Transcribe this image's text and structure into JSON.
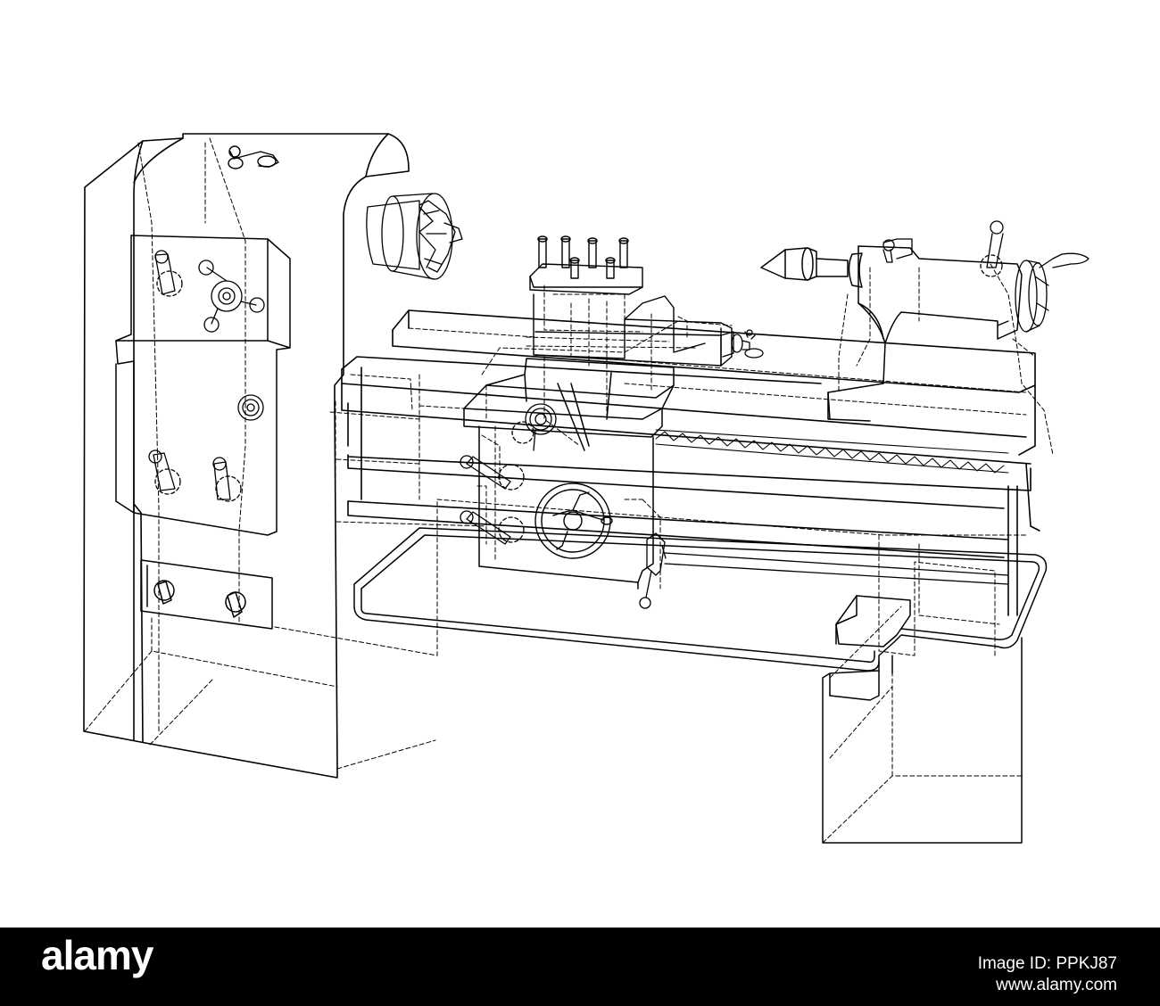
{
  "image": {
    "subject": "lathe-wireframe",
    "line_color": "#000000",
    "background_color": "#ffffff"
  },
  "footer": {
    "brand": "alamy",
    "image_id": "Image ID: PPKJ87",
    "website": "www.alamy.com",
    "background_color": "#000000",
    "text_color": "#ffffff"
  }
}
